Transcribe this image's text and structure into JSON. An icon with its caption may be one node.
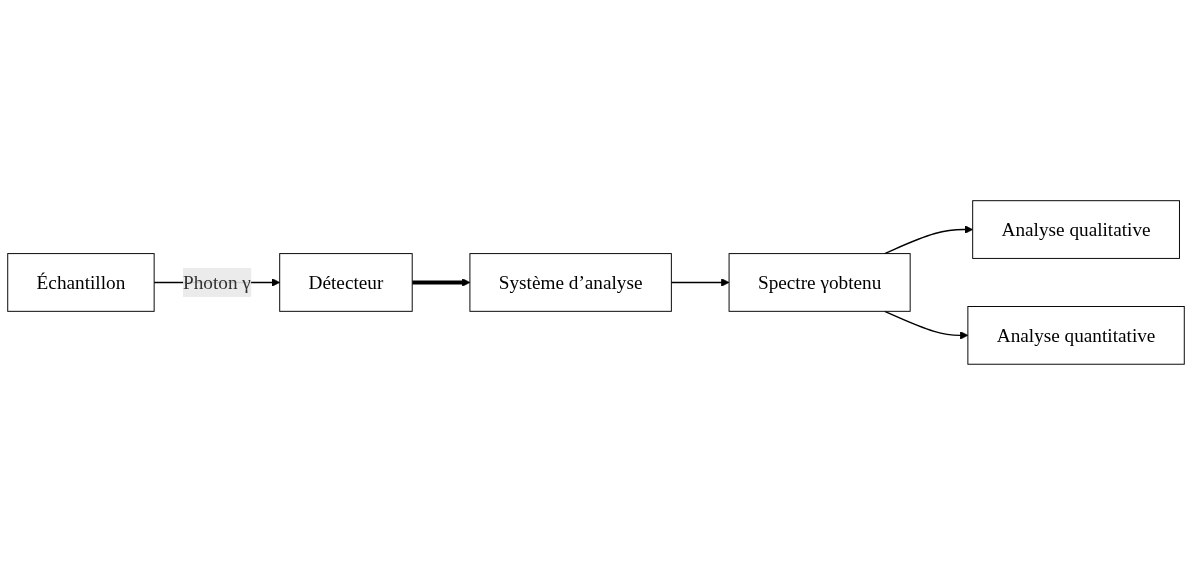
{
  "diagram": {
    "nodes": [
      {
        "text": [
          "Échantillon"
        ]
      },
      {
        "text": [
          "Détecteur"
        ]
      },
      {
        "text": [
          "Système d’analyse"
        ]
      },
      {
        "text": [
          "Spectre γobtenu"
        ]
      },
      {
        "text": [
          "Analyse qualitative"
        ]
      },
      {
        "text": [
          "Analyse quantitative"
        ]
      }
    ],
    "edges": [
      {
        "from": 0,
        "to": 1,
        "arrow": "to",
        "label": "Photon γ"
      },
      {
        "from": 1,
        "to": 2,
        "arrow": "to",
        "style": "thick"
      },
      {
        "from": 2,
        "to": 3,
        "arrow": "to"
      },
      {
        "from": 3,
        "to": 4,
        "arrow": "to"
      },
      {
        "from": 3,
        "to": 5,
        "arrow": "to"
      }
    ]
  }
}
